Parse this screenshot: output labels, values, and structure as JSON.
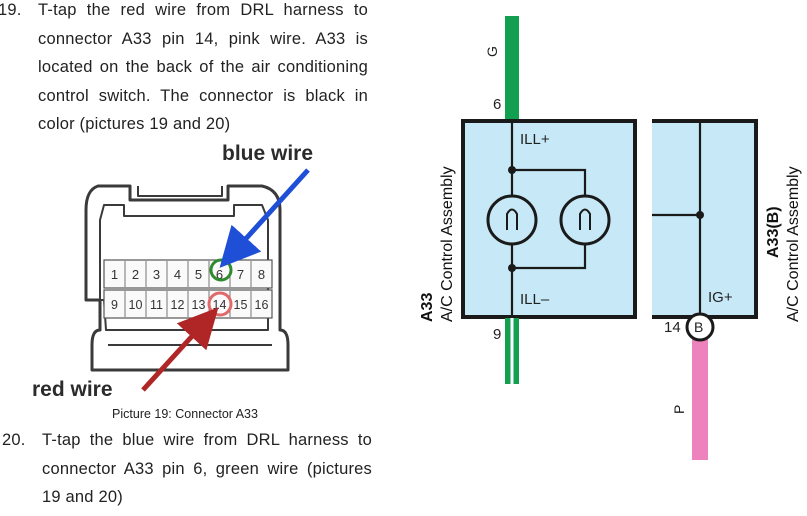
{
  "step19": {
    "number": "19.",
    "text": "T-tap the red wire from DRL harness to connector A33 pin 14, pink wire. A33 is located on the back of the air conditioning control switch. The connector is black in color (pictures 19 and 20)"
  },
  "connector_picture": {
    "blue_wire_label": "blue wire",
    "red_wire_label": "red wire",
    "caption": "Picture 19: Connector A33",
    "top_row_pins": [
      "1",
      "2",
      "3",
      "4",
      "5",
      "6",
      "7",
      "8"
    ],
    "bottom_row_pins": [
      "9",
      "10",
      "11",
      "12",
      "13",
      "14",
      "15",
      "16"
    ],
    "highlighted_pins": {
      "blue": "6",
      "red": "14"
    },
    "colors": {
      "blue_arrow": "#1f4fd6",
      "red_arrow": "#b02525",
      "green_ring": "#2e8b2e",
      "red_ring": "#e06a6a"
    }
  },
  "step20": {
    "number": "20.",
    "text": "T-tap the blue wire from DRL harness to connector A33 pin 6, green wire (pictures 19 and 20)"
  },
  "diagram": {
    "wire_top_label": "G",
    "pin_top": "6",
    "pin_bottom": "9",
    "ill_plus": "ILL+",
    "ill_minus": "ILL–",
    "ig_plus": "IG+",
    "pin_b_number": "14",
    "pin_b_letter": "B",
    "wire_bottom_label": "P",
    "left_connector": "A33",
    "left_assembly": "A/C Control Assembly",
    "right_connector": "A33(B)",
    "right_assembly": "A/C Control Assembly",
    "colors": {
      "fill": "#c7e9f7",
      "green_wire": "#12a050",
      "pink_wire": "#ee82bc",
      "outline": "#1a1a1a"
    }
  }
}
